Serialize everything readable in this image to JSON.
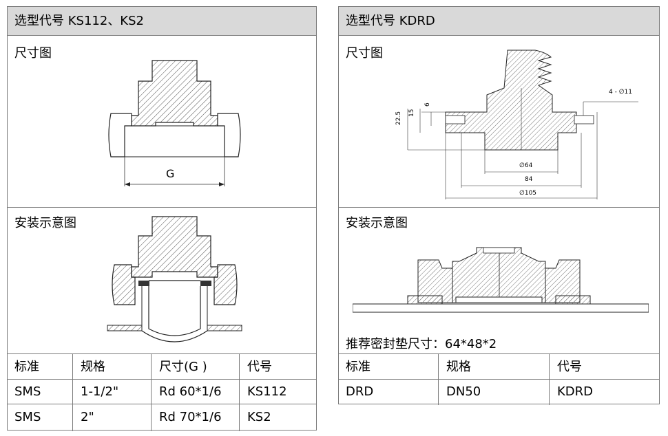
{
  "left": {
    "title": "选型代号 KS112、KS2",
    "dim_label": "尺寸图",
    "dim_g": "G",
    "install_label": "安装示意图",
    "table": {
      "headers": [
        "标准",
        "规格",
        "尺寸(G )",
        "代号"
      ],
      "rows": [
        [
          "SMS",
          "1-1/2\"",
          "Rd 60*1/6",
          "KS112"
        ],
        [
          "SMS",
          "2\"",
          "Rd 70*1/6",
          "KS2"
        ]
      ]
    }
  },
  "right": {
    "title": "选型代号 KDRD",
    "dim_label": "尺寸图",
    "dims": {
      "holes": "4 - ∅11",
      "d64": "∅64",
      "d84": "84",
      "d105": "∅105",
      "h225": "22.5",
      "h15": "15",
      "h6": "6"
    },
    "install_label": "安装示意图",
    "recommend": "推荐密封垫尺寸：64*48*2",
    "table": {
      "headers": [
        "标准",
        "规格",
        "代号"
      ],
      "rows": [
        [
          "DRD",
          "DN50",
          "KDRD"
        ]
      ]
    }
  }
}
